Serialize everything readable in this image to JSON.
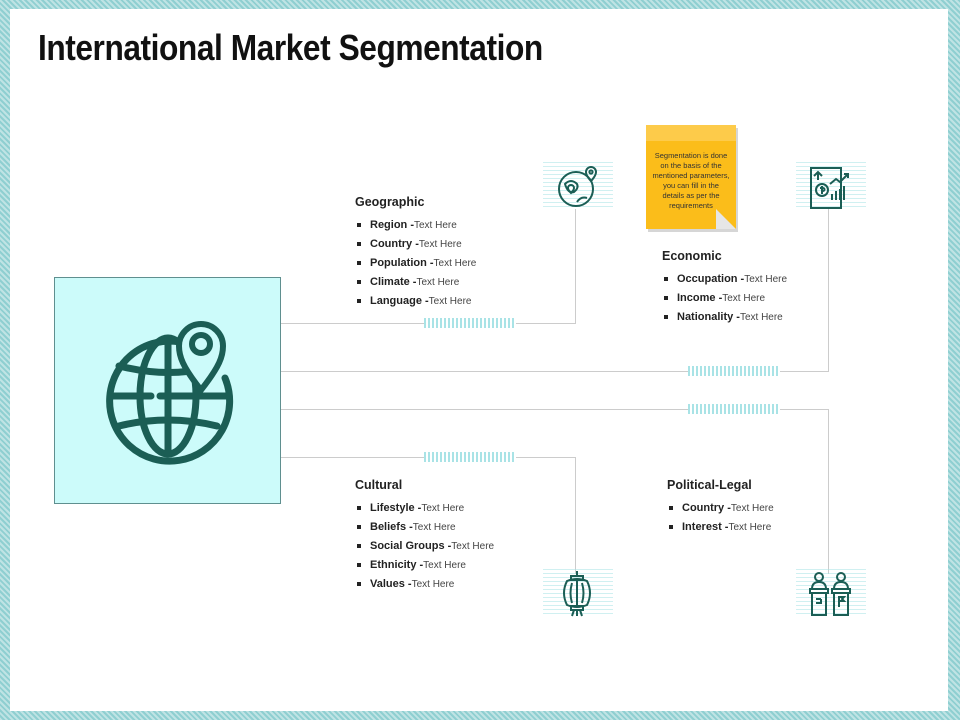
{
  "title": "International Market Segmentation",
  "note": "Segmentation is done on the basis of the mentioned parameters, you can fill in the details as per the requirements",
  "colors": {
    "icon": "#1b5e55",
    "hub_bg": "#ccfbfa",
    "note": "#fbbd1a",
    "hatch": "#a9e3e6"
  },
  "segments": {
    "geographic": {
      "title": "Geographic",
      "icon": "globe-location-icon",
      "items": [
        {
          "k": "Region -",
          "v": "Text Here"
        },
        {
          "k": "Country -",
          "v": "Text Here"
        },
        {
          "k": "Population -",
          "v": "Text Here"
        },
        {
          "k": "Climate -",
          "v": "Text Here"
        },
        {
          "k": "Language -",
          "v": "Text Here"
        }
      ]
    },
    "economic": {
      "title": "Economic",
      "icon": "finance-chart-icon",
      "items": [
        {
          "k": "Occupation -",
          "v": "Text Here"
        },
        {
          "k": "Income -",
          "v": "Text Here"
        },
        {
          "k": "Nationality -",
          "v": "Text Here"
        }
      ]
    },
    "cultural": {
      "title": "Cultural",
      "icon": "lantern-icon",
      "items": [
        {
          "k": "Lifestyle -",
          "v": "Text Here"
        },
        {
          "k": "Beliefs -",
          "v": "Text Here"
        },
        {
          "k": "Social Groups -",
          "v": "Text Here"
        },
        {
          "k": "Ethnicity -",
          "v": "Text Here"
        },
        {
          "k": "Values -",
          "v": "Text Here"
        }
      ]
    },
    "political": {
      "title": "Political-Legal",
      "icon": "podium-speakers-icon",
      "items": [
        {
          "k": "Country -",
          "v": "Text Here"
        },
        {
          "k": "Interest -",
          "v": "Text Here"
        }
      ]
    }
  }
}
